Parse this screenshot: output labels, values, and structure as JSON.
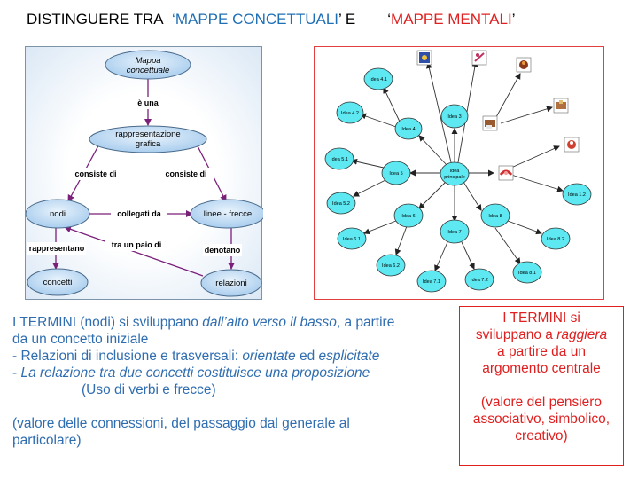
{
  "title": {
    "prefix": "DISTINGUERE TRA",
    "q1": "‘",
    "concept": "MAPPE CONCETTUALI",
    "q2": "’ E",
    "q3": "‘",
    "mental": "MAPPE MENTALI",
    "q4": "’"
  },
  "concept_map": {
    "nodes": {
      "mappa": "Mappa concettuale",
      "rapp": "rappresentazione grafica",
      "nodi": "nodi",
      "linee": "linee - frecce",
      "concetti": "concetti",
      "relazioni": "relazioni"
    },
    "links": {
      "e_una": "è una",
      "consiste1": "consiste di",
      "consiste2": "consiste di",
      "collegati": "collegati da",
      "rappresentano": "rappresentano",
      "tra_paio": "tra un paio di",
      "denotano": "denotano"
    }
  },
  "mind_map": {
    "center": "Idea principale",
    "nodes": {
      "i3": "Idea 3",
      "i4": "Idea 4",
      "i41": "Idea 4.1",
      "i42": "Idea 4.2",
      "i5": "Idea 5",
      "i51": "Idea 5.1",
      "i52": "Idea 5.2",
      "i6": "Idea 6",
      "i61": "Idea 6.1",
      "i62": "Idea 6.2",
      "i7": "Idea 7",
      "i71": "Idea 7.1",
      "i72": "Idea 7.2",
      "i8": "Idea 8",
      "i81": "Idea 8.1",
      "i82": "Idea 8.2",
      "i12": "Idea 1.2"
    }
  },
  "left_text": {
    "l1_a": "I TERMINI (nodi)  si sviluppano ",
    "l1_b": "dall’alto verso il basso",
    "l1_c": ", a partire",
    "l2": "da un concetto iniziale",
    "l3_a": "- Relazioni di inclusione e trasversali: ",
    "l3_b": "orientate",
    "l3_c": " ed ",
    "l3_d": "esplicitate",
    "l4_a": "- ",
    "l4_b": "La relazione tra due concetti costituisce una proposizione",
    "l5": "(Uso di verbi e frecce)",
    "l6": "(valore delle connessioni, del passaggio dal generale al",
    "l7": "particolare)"
  },
  "right_text": {
    "r1": "I TERMINI si",
    "r2_a": "sviluppano a ",
    "r2_b": "raggiera",
    "r3": "a partire da un",
    "r4": "argomento centrale",
    "r5": "(valore del pensiero",
    "r6": "associativo, simbolico,",
    "r7": "creativo)"
  },
  "colors": {
    "title_blue": "#1f6fb5",
    "title_red": "#e02020",
    "concept_node": "#b3d4f0",
    "arrow": "#7a1f7a",
    "mind_node": "#5de8f0"
  }
}
